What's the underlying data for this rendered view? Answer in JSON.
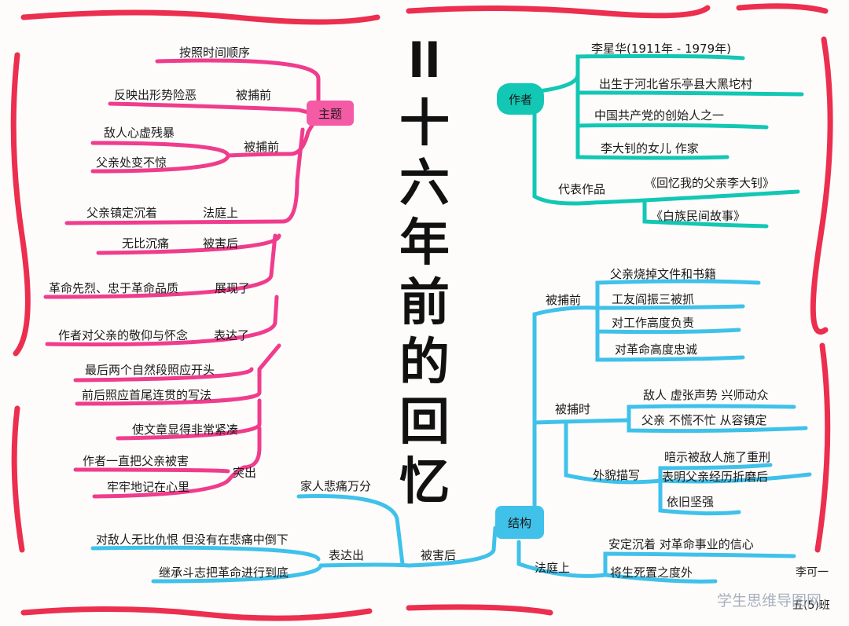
{
  "title_chars": [
    "十",
    "六",
    "年",
    "前",
    "的",
    "回",
    "忆"
  ],
  "title_prefix": "ll",
  "hubs": {
    "theme": "主题",
    "author": "作者",
    "structure": "结构"
  },
  "left": {
    "order": "按照时间顺序",
    "reflect": "反映出形势险恶",
    "before_arrest_a": "被捕前",
    "enemy": "敌人心虚残暴",
    "father_calm": "父亲处变不惊",
    "when_arrested": "被捕前",
    "court_father": "父亲镇定沉着",
    "court": "法庭上",
    "grief": "无比沉痛",
    "after_death": "被害后",
    "martyr": "革命先烈、忠于革命品质",
    "shown": "展现了",
    "respect": "作者对父亲的敬仰与怀念",
    "expressed": "表达了",
    "last_para": "最后两个自然段照应开头",
    "echo": "前后照应首尾连贯的写法",
    "compact": "使文章显得非常紧凑",
    "always": "作者一直把父亲被害",
    "remember": "牢牢地记在心里",
    "stand_out": "突出",
    "family_grief": "家人悲痛万分",
    "hate": "对敌人无比仇恨 但没有在悲痛中倒下",
    "continue": "继承斗志把革命进行到底",
    "express_out": "表达出",
    "after_killed": "被害后"
  },
  "right": {
    "li": "李星华(1911年 - 1979年)",
    "born": "出生于河北省乐亭县大黑坨村",
    "cpc": "中国共产党的创始人之一",
    "daughter": "李大钊的女儿  作家",
    "works_label": "代表作品",
    "work1": "《回忆我的父亲李大钊》",
    "work2": "《白族民间故事》",
    "before_arrest": "被捕前",
    "burn": "父亲烧掉文件和书籍",
    "friend": "工友阎振三被抓",
    "duty": "对工作高度负责",
    "loyal": "对革命高度忠诚",
    "at_arrest": "被捕时",
    "enemy2": "敌人 虚张声势 兴师动众",
    "father2": "父亲 不慌不忙 从容镇定",
    "appearance": "外貌描写",
    "hint": "暗示被敌人施了重刑",
    "shows": "表明父亲经历折磨后",
    "strong": "依旧坚强",
    "court2": "法庭上",
    "calm2": "安定沉着 对革命事业的信心",
    "life_death": "将生死置之度外"
  },
  "signature": {
    "name": "李可一",
    "class": "五(5)班"
  },
  "watermark": "学生思维导图网",
  "colors": {
    "pink": "#f03c8c",
    "pink_hub": "#f55aa5",
    "teal": "#12c7b4",
    "blue": "#3fc1ea",
    "frame": "#ec2e4f"
  }
}
